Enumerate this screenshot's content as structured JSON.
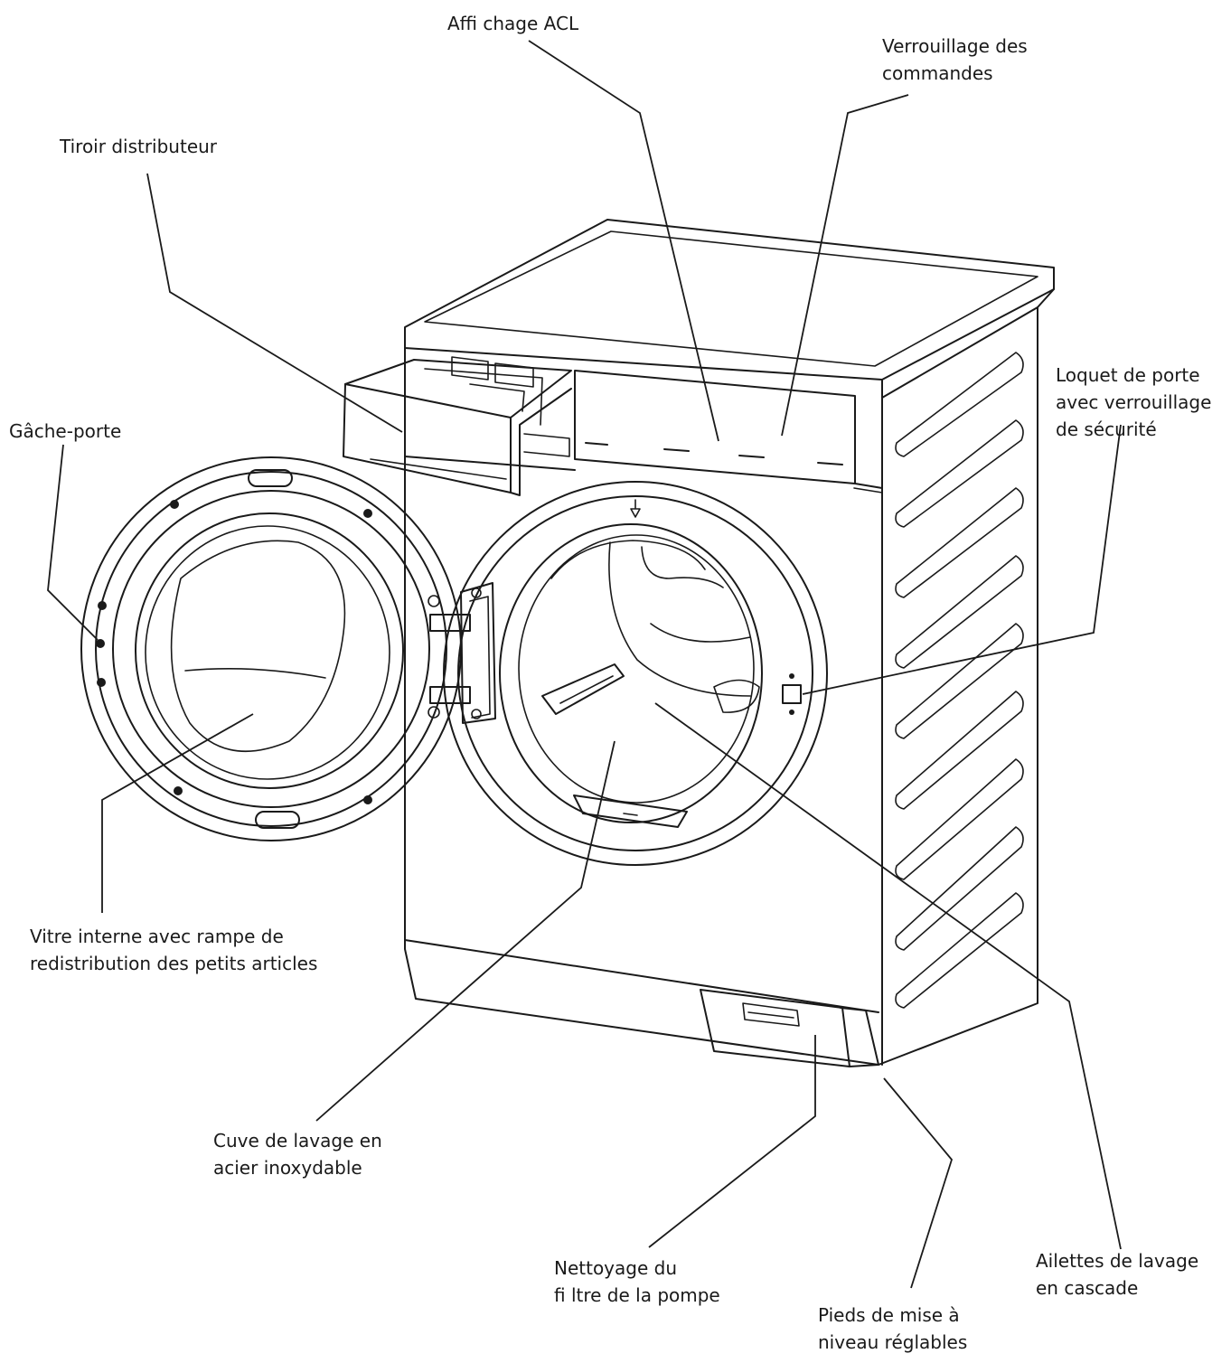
{
  "labels": {
    "lcd_display": "Affi chage ACL",
    "control_lock": [
      "Verrouillage des",
      "commandes"
    ],
    "dispenser_drawer": "Tiroir distributeur",
    "door_latch": [
      "Loquet de porte",
      "avec verrouillage",
      "de sécurité"
    ],
    "door_striker": "Gâche-porte",
    "inner_glass": [
      "Vitre interne avec rampe de",
      "redistribution des petits articles"
    ],
    "drum": [
      "Cuve de lavage en",
      "acier inoxydable"
    ],
    "pump_filter": [
      "Nettoyage du",
      "fi ltre de la pompe"
    ],
    "leveling_feet": [
      "Pieds de mise à",
      "niveau réglables"
    ],
    "paddles": [
      "Ailettes de lavage",
      "en cascade"
    ]
  }
}
